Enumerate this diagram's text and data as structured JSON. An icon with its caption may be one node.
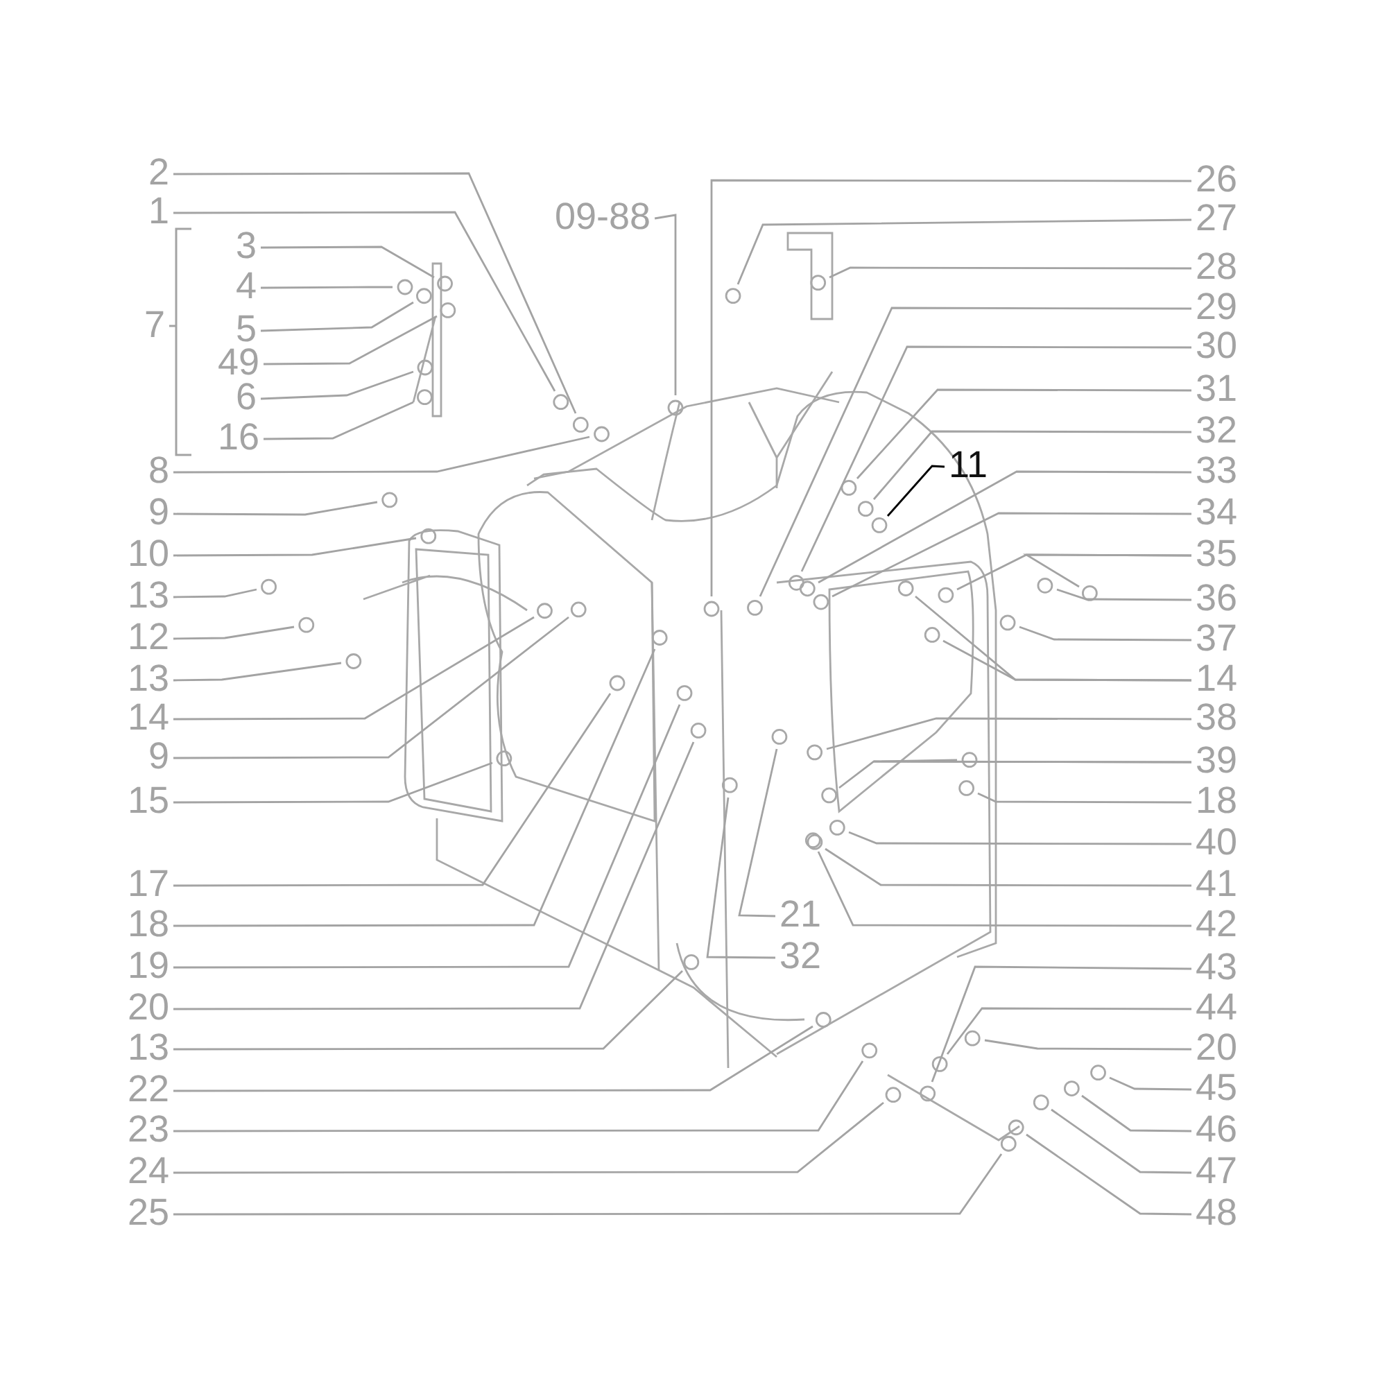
{
  "diagram": {
    "nodes": [
      {
        "text": [
          "2"
        ]
      },
      {
        "text": [
          "1"
        ]
      },
      {
        "text": [
          "3"
        ]
      },
      {
        "text": [
          "4"
        ]
      },
      {
        "text": [
          "5"
        ]
      },
      {
        "text": [
          "49"
        ]
      },
      {
        "text": [
          "6"
        ]
      },
      {
        "text": [
          "16"
        ]
      },
      {
        "text": [
          "8"
        ]
      },
      {
        "text": [
          "9"
        ]
      },
      {
        "text": [
          "10"
        ]
      },
      {
        "text": [
          "13"
        ]
      },
      {
        "text": [
          "12"
        ]
      },
      {
        "text": [
          "13"
        ]
      },
      {
        "text": [
          "14"
        ]
      },
      {
        "text": [
          "9"
        ]
      },
      {
        "text": [
          "15"
        ]
      },
      {
        "text": [
          "17"
        ]
      },
      {
        "text": [
          "18"
        ]
      },
      {
        "text": [
          "19"
        ]
      },
      {
        "text": [
          "20"
        ]
      },
      {
        "text": [
          "13"
        ]
      },
      {
        "text": [
          "22"
        ]
      },
      {
        "text": [
          "23"
        ]
      },
      {
        "text": [
          "24"
        ]
      },
      {
        "text": [
          "25"
        ]
      },
      {
        "text": [
          "09-88"
        ]
      },
      {
        "text": [
          "26"
        ]
      },
      {
        "text": [
          "27"
        ]
      },
      {
        "text": [
          "28"
        ]
      },
      {
        "text": [
          "29"
        ]
      },
      {
        "text": [
          "30"
        ]
      },
      {
        "text": [
          "31"
        ]
      },
      {
        "text": [
          "32"
        ]
      },
      {
        "text": [
          "33"
        ]
      },
      {
        "text": [
          "34"
        ]
      },
      {
        "text": [
          "11"
        ]
      },
      {
        "text": [
          "35"
        ]
      },
      {
        "text": [
          "36"
        ]
      },
      {
        "text": [
          "37"
        ]
      },
      {
        "text": [
          "14"
        ]
      },
      {
        "text": [
          "38"
        ]
      },
      {
        "text": [
          "39"
        ]
      },
      {
        "text": [
          "18"
        ]
      },
      {
        "text": [
          "40"
        ]
      },
      {
        "text": [
          "41"
        ]
      },
      {
        "text": [
          "42"
        ]
      },
      {
        "text": [
          "21"
        ]
      },
      {
        "text": [
          "32"
        ]
      },
      {
        "text": [
          "43"
        ]
      },
      {
        "text": [
          "44"
        ]
      },
      {
        "text": [
          "20"
        ]
      },
      {
        "text": [
          "45"
        ]
      },
      {
        "text": [
          "46"
        ]
      },
      {
        "text": [
          "47"
        ]
      },
      {
        "text": [
          "48"
        ]
      }
    ],
    "edges": [
      {
        "from": 0,
        "to": null,
        "arrow": "none"
      },
      {
        "from": 1,
        "to": null,
        "arrow": "none"
      },
      {
        "from": 2,
        "to": null,
        "arrow": "none"
      },
      {
        "from": 3,
        "to": null,
        "arrow": "none"
      },
      {
        "from": 4,
        "to": null,
        "arrow": "none"
      },
      {
        "from": 5,
        "to": null,
        "arrow": "none"
      },
      {
        "from": 6,
        "to": null,
        "arrow": "none"
      },
      {
        "from": 7,
        "to": null,
        "arrow": "none"
      },
      {
        "from": 8,
        "to": null,
        "arrow": "none"
      },
      {
        "from": 9,
        "to": null,
        "arrow": "none"
      },
      {
        "from": 10,
        "to": null,
        "arrow": "none"
      },
      {
        "from": 11,
        "to": null,
        "arrow": "none"
      },
      {
        "from": 12,
        "to": null,
        "arrow": "none"
      },
      {
        "from": 13,
        "to": null,
        "arrow": "none"
      },
      {
        "from": 14,
        "to": null,
        "arrow": "none"
      },
      {
        "from": 15,
        "to": null,
        "arrow": "none"
      },
      {
        "from": 16,
        "to": null,
        "arrow": "none"
      },
      {
        "from": 17,
        "to": null,
        "arrow": "none"
      },
      {
        "from": 18,
        "to": null,
        "arrow": "none"
      },
      {
        "from": 19,
        "to": null,
        "arrow": "none"
      },
      {
        "from": 20,
        "to": null,
        "arrow": "none"
      },
      {
        "from": 21,
        "to": null,
        "arrow": "none"
      },
      {
        "from": 22,
        "to": null,
        "arrow": "none"
      },
      {
        "from": 23,
        "to": null,
        "arrow": "none"
      },
      {
        "from": 24,
        "to": null,
        "arrow": "none"
      },
      {
        "from": 25,
        "to": null,
        "arrow": "none"
      },
      {
        "from": 26,
        "to": null,
        "arrow": "none"
      },
      {
        "from": 27,
        "to": null,
        "arrow": "none"
      },
      {
        "from": 28,
        "to": null,
        "arrow": "none"
      },
      {
        "from": 29,
        "to": null,
        "arrow": "none"
      },
      {
        "from": 30,
        "to": null,
        "arrow": "none"
      },
      {
        "from": 31,
        "to": null,
        "arrow": "none"
      },
      {
        "from": 32,
        "to": null,
        "arrow": "none"
      },
      {
        "from": 33,
        "to": null,
        "arrow": "none"
      },
      {
        "from": 34,
        "to": null,
        "arrow": "none"
      },
      {
        "from": 35,
        "to": null,
        "arrow": "none"
      },
      {
        "from": 36,
        "to": null,
        "arrow": "none",
        "color": "#000000"
      },
      {
        "from": 37,
        "to": null,
        "arrow": "none"
      },
      {
        "from": 37,
        "to": null,
        "arrow": "none"
      },
      {
        "from": 38,
        "to": null,
        "arrow": "none"
      },
      {
        "from": 39,
        "to": null,
        "arrow": "none"
      },
      {
        "from": 40,
        "to": null,
        "arrow": "none"
      },
      {
        "from": 40,
        "to": null,
        "arrow": "none"
      },
      {
        "from": 41,
        "to": null,
        "arrow": "none"
      },
      {
        "from": 42,
        "to": null,
        "arrow": "none"
      },
      {
        "from": 42,
        "to": null,
        "arrow": "none"
      },
      {
        "from": 43,
        "to": null,
        "arrow": "none"
      },
      {
        "from": 44,
        "to": null,
        "arrow": "none"
      },
      {
        "from": 45,
        "to": null,
        "arrow": "none"
      },
      {
        "from": 46,
        "to": null,
        "arrow": "none"
      },
      {
        "from": 47,
        "to": null,
        "arrow": "none"
      },
      {
        "from": 48,
        "to": null,
        "arrow": "none"
      },
      {
        "from": 49,
        "to": null,
        "arrow": "none"
      },
      {
        "from": 50,
        "to": null,
        "arrow": "none"
      },
      {
        "from": 51,
        "to": null,
        "arrow": "none"
      },
      {
        "from": 52,
        "to": null,
        "arrow": "none"
      },
      {
        "from": 53,
        "to": null,
        "arrow": "none"
      },
      {
        "from": 54,
        "to": null,
        "arrow": "none"
      },
      {
        "from": 55,
        "to": null,
        "arrow": "none"
      }
    ],
    "labels": [
      "7"
    ]
  }
}
